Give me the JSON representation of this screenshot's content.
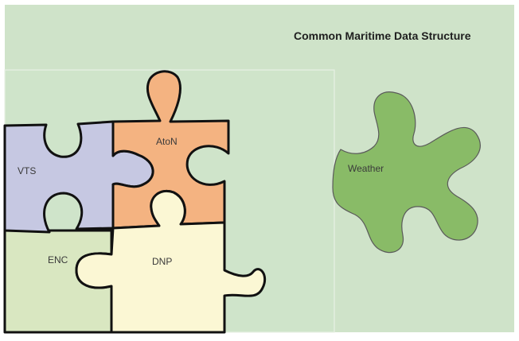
{
  "title": "Common Maritime Data Structure",
  "pieces": {
    "vts": "VTS",
    "aton": "AtoN",
    "enc": "ENC",
    "dnp": "DNP",
    "weather": "Weather"
  },
  "colors": {
    "background": "#cfe3c9",
    "panel": "#cfe4ca",
    "vts": "#c6c8e2",
    "aton": "#f4b381",
    "enc": "#d9e7c1",
    "dnp": "#fbf7d4",
    "weather": "#89bb67",
    "outline": "#111111"
  }
}
